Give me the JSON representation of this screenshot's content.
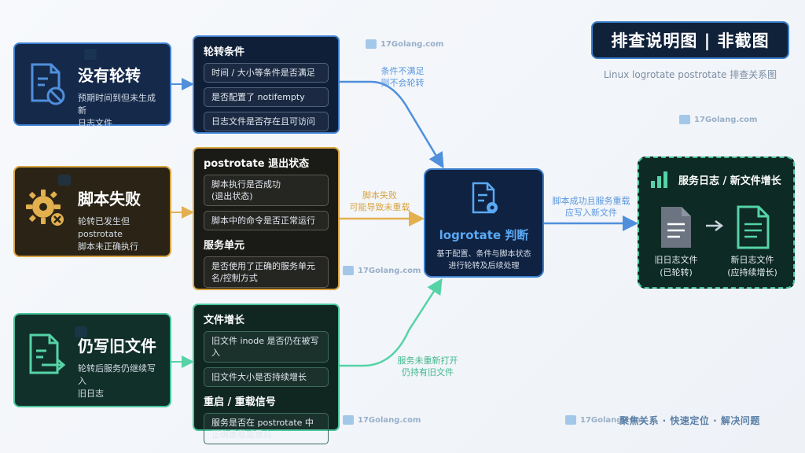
{
  "title": "排查说明图 | 非截图",
  "subtitle": "Linux logrotate postrotate 排查关系图",
  "watermark": "17Golang.com",
  "colors": {
    "blue": "#3d7fd0",
    "orange": "#d9a441",
    "green": "#48c59a"
  },
  "symptoms": [
    {
      "title": "没有轮转",
      "desc_line1": "预期时间到但未生成新",
      "desc_line2": "日志文件",
      "icon": "file-block-icon"
    },
    {
      "title": "脚本失败",
      "desc_line1": "轮转已发生但 postrotate",
      "desc_line2": "脚本未正确执行",
      "icon": "gear-error-icon"
    },
    {
      "title": "仍写旧文件",
      "desc_line1": "轮转后服务仍继续写入",
      "desc_line2": "旧日志",
      "icon": "file-export-icon"
    }
  ],
  "panels": {
    "rotate": {
      "title": "轮转条件",
      "checks": [
        "时间 / 大小等条件是否满足",
        "是否配置了 notifempty",
        "日志文件是否存在且可访问"
      ]
    },
    "postrotate": {
      "title": "postrotate 退出状态",
      "checks": [
        "脚本执行是否成功\n(退出状态)",
        "脚本中的命令是否正常运行"
      ],
      "section2_title": "服务单元",
      "section2_checks": [
        "是否使用了正确的服务单元\n名/控制方式"
      ]
    },
    "growth": {
      "title": "文件增长",
      "checks": [
        "旧文件 inode 是否仍在被写入",
        "旧文件大小是否持续增长"
      ],
      "section2_title": "重启 / 重载信号",
      "section2_checks": [
        "服务是否在 postrotate 中\n正确重载或重启"
      ]
    }
  },
  "edges": {
    "blue": "条件不满足\n则不会轮转",
    "orange": "脚本失败\n可能导致未重载",
    "green": "服务未重新打开\n仍持有旧文件",
    "result": "脚本成功且服务重载\n应写入新文件"
  },
  "center": {
    "title": "logrotate 判断",
    "desc_line1": "基于配置、条件与脚本状态",
    "desc_line2": "进行轮转及后续处理"
  },
  "result": {
    "title": "服务日志 / 新文件增长",
    "old_file": "旧日志文件\n(已轮转)",
    "new_file": "新日志文件\n(应持续增长)"
  },
  "footer": "聚焦关系 · 快速定位 · 解决问题"
}
